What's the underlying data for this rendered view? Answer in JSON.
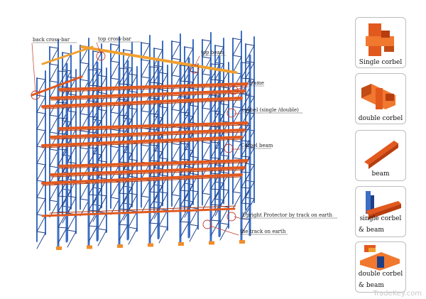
{
  "colors": {
    "upright": "#3b6fc4",
    "upright_dark": "#1d3f86",
    "beam": "#e2591e",
    "beam_dark": "#b83d0e",
    "top_beam": "#f0a030",
    "foot": "#f28c28",
    "leader": "#c0392b"
  },
  "callouts": {
    "back_cross_bar": "back cross-bar",
    "top_cross_bar": "top cross-bar",
    "top_beam": "top beam",
    "frame": "frame",
    "corbel": "corbel (single /double)",
    "corbel_beam": "Corbel beam",
    "upright_protector": "Upright Protector by track on earth",
    "track_on_earth": "the track on earth"
  },
  "components": [
    {
      "caption": "Single corbel",
      "icon": "single-corbel-icon"
    },
    {
      "caption": "double corbel",
      "icon": "double-corbel-icon"
    },
    {
      "caption": "beam",
      "icon": "beam-icon"
    },
    {
      "caption": "single corbel & beam",
      "line1": "single corbel",
      "line2": "& beam",
      "icon": "single-corbel-beam-icon"
    },
    {
      "caption": "double corbel & beam",
      "line1": "double corbel",
      "line2": "& beam",
      "icon": "double-corbel-beam-icon"
    }
  ],
  "watermark": "TradeKey.com"
}
